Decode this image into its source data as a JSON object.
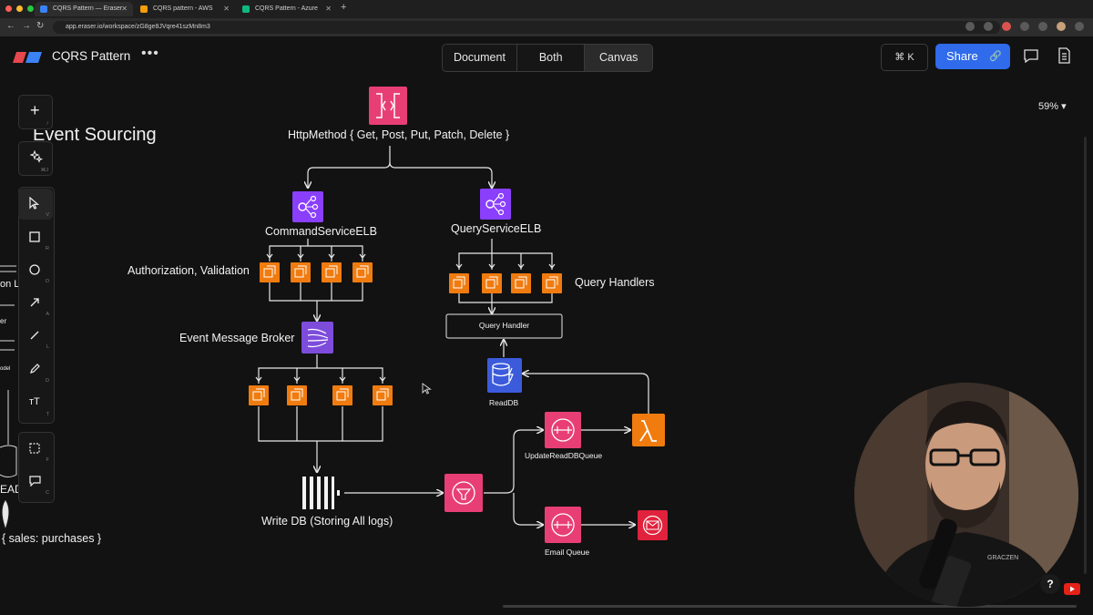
{
  "browser": {
    "tabs": [
      {
        "label": "CQRS Pattern — Eraser"
      },
      {
        "label": "CQRS pattern - AWS Prescri..."
      },
      {
        "label": "CQRS Pattern - Azure Archit..."
      }
    ],
    "url": "app.eraser.io/workspace/zG8ge8JVqre41szMn8m3"
  },
  "app": {
    "title": "CQRS Pattern",
    "more": "•••",
    "view_modes": [
      "Document",
      "Both",
      "Canvas"
    ],
    "shortcut": "⌘ K",
    "share_label": "Share",
    "zoom": "59%"
  },
  "toolbar": {
    "add": {
      "icon": "+",
      "key": "/"
    },
    "ai": {
      "key": "⌘J"
    },
    "tools": [
      {
        "name": "select",
        "key": "V"
      },
      {
        "name": "rectangle",
        "key": "R"
      },
      {
        "name": "ellipse",
        "key": "O"
      },
      {
        "name": "arrow",
        "key": "A"
      },
      {
        "name": "line",
        "key": "L"
      },
      {
        "name": "pen",
        "key": "D"
      },
      {
        "name": "text",
        "icon": "тT",
        "key": "T"
      }
    ],
    "frame_key": "F",
    "comment_key": "C"
  },
  "canvas": {
    "section_title": "Event Sourcing",
    "http_label": "HttpMethod { Get, Post, Put, Patch, Delete }",
    "command_elb": "CommandServiceELB",
    "query_elb": "QueryServiceELB",
    "auth_label": "Authorization, Validation",
    "query_handlers_label": "Query Handlers",
    "query_handler_box": "Query Handler",
    "event_broker": "Event Message Broker",
    "readdb": "ReadDB",
    "update_queue": "UpdateReadDBQueue",
    "write_db": "Write DB (Storing All logs)",
    "email_queue": "Email Queue",
    "left_partial": {
      "l1": "on L",
      "l2": "er",
      "l3": "odel",
      "l4": "EAD",
      "sales": "{ sales: purchases }"
    }
  },
  "overlay": {
    "brand": "GRACZEN",
    "help": "?"
  },
  "colors": {
    "accent": "#2f6bea",
    "api_gateway": "#e83e76",
    "elb": "#8a3ffc",
    "compute": "#f07b0f",
    "kinesis": "#7d4cdb",
    "dynamodb": "#3b5bdb",
    "lambda": "#f07b0f",
    "ses": "#e0223d"
  }
}
